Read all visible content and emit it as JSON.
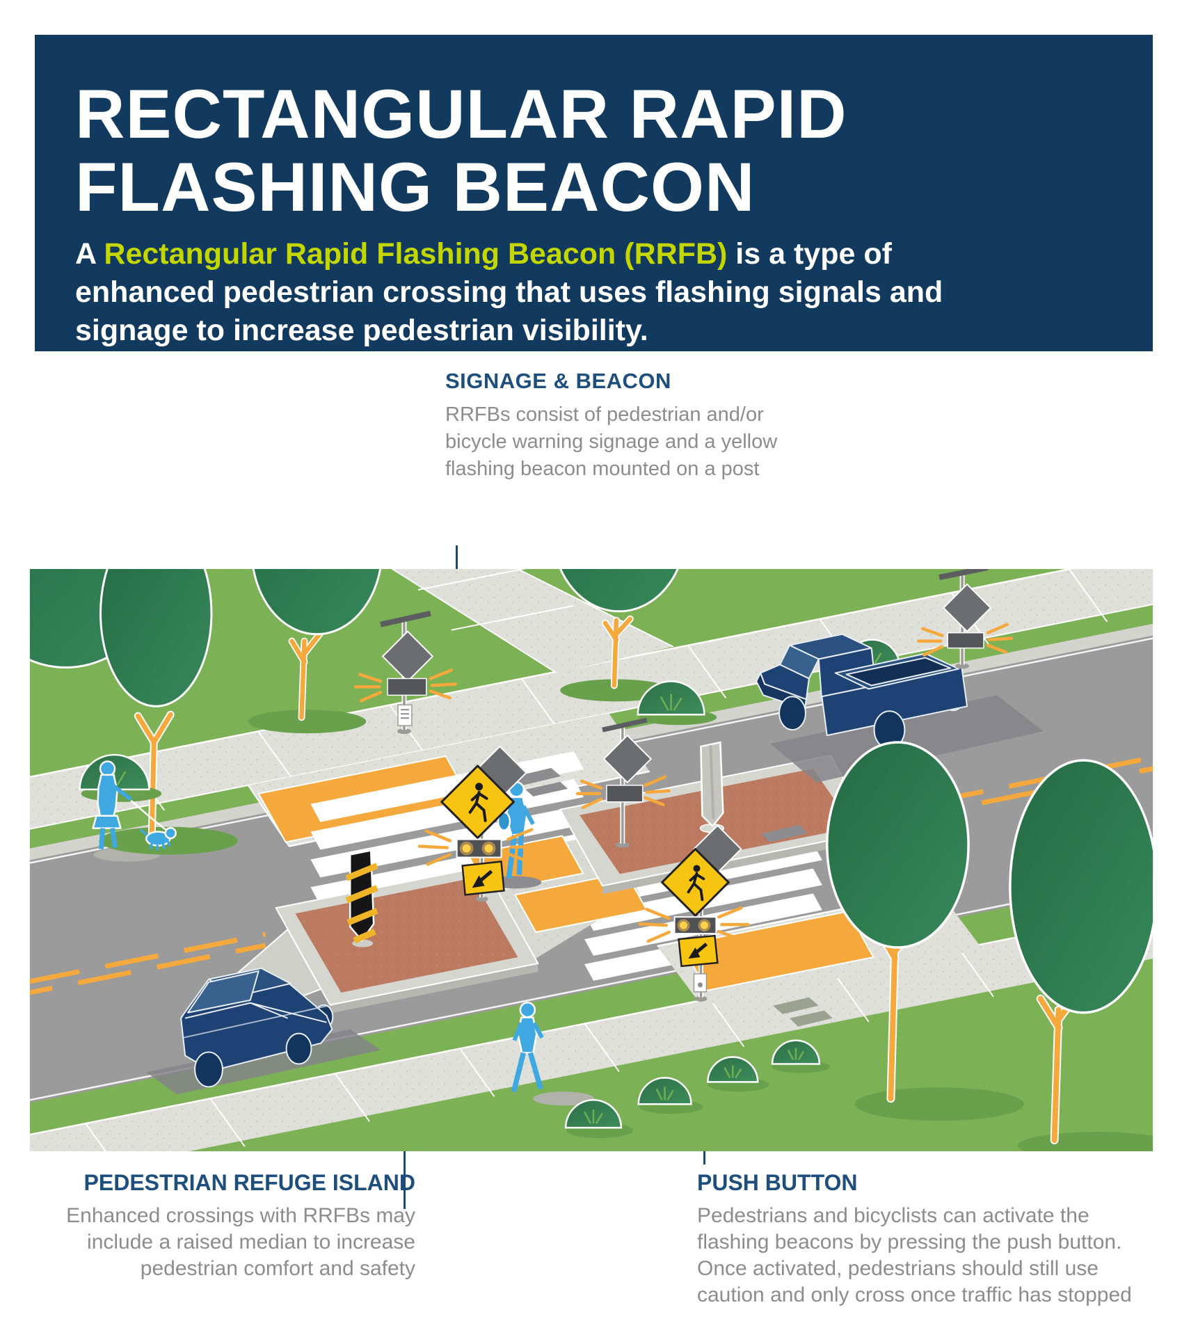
{
  "header": {
    "title_line1": "RECTANGULAR RAPID",
    "title_line2": "FLASHING BEACON",
    "intro_prefix": "A ",
    "intro_highlight": "Rectangular Rapid Flashing Beacon (RRFB)",
    "intro_suffix": " is a type of enhanced pedestrian crossing that uses flashing signals and signage to increase pedestrian visibility."
  },
  "callouts": {
    "signage": {
      "title": "SIGNAGE & BEACON",
      "body": "RRFBs consist of pedestrian and/or\nbicycle warning signage and a yellow\nflashing beacon mounted on a post"
    },
    "refuge": {
      "title": "PEDESTRIAN REFUGE ISLAND",
      "body": "Enhanced crossings with RRFBs may\ninclude a raised median to increase\npedestrian comfort and safety"
    },
    "push": {
      "title": "PUSH BUTTON",
      "body": "Pedestrians and bicyclists can activate the\nflashing beacons by pressing the push button.\nOnce activated, pedestrians should still use\ncaution and only cross once traffic has stopped"
    }
  },
  "colors": {
    "header_bg": "#113a5e",
    "highlight_green": "#c3d600",
    "callout_heading_blue": "#1d4e7c",
    "body_gray": "#8c8c8c",
    "arrow_navy": "#1c4a78",
    "grass": "#7cb155",
    "road": "#9b9b9b",
    "concrete": "#e0e0da",
    "island_terracotta": "#bc7b61",
    "marking_orange": "#f5a83c",
    "sign_yellow": "#f6c411",
    "vehicle_navy": "#1e4273",
    "people_blue": "#3fa8e0"
  }
}
